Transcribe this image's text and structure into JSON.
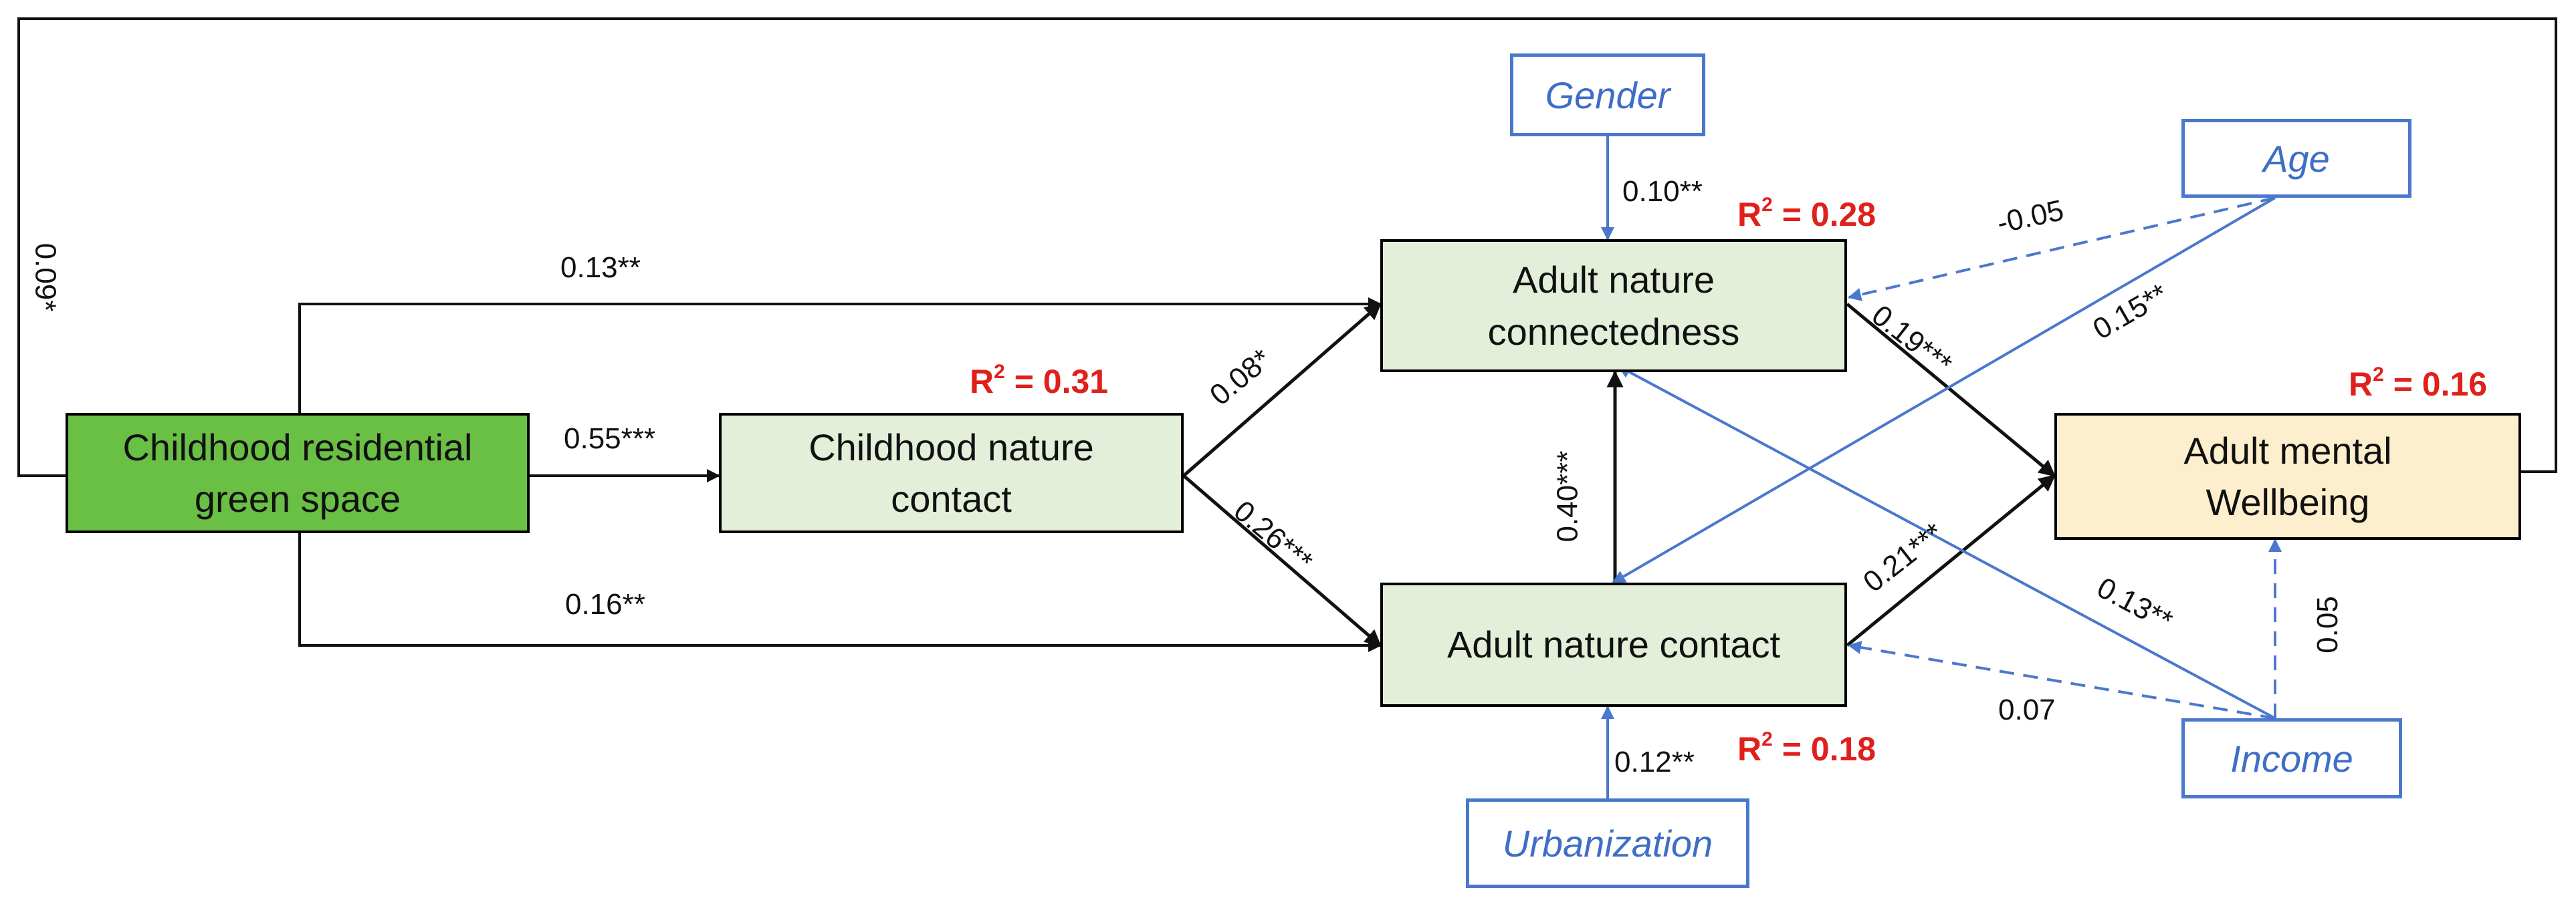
{
  "nodes": {
    "childhood_green": {
      "line1": "Childhood residential",
      "line2": "green space",
      "fill": "#6abf45"
    },
    "childhood_contact": {
      "line1": "Childhood nature",
      "line2": "contact",
      "fill": "#e3efd9"
    },
    "adult_connect": {
      "line1": "Adult nature",
      "line2": "connectedness",
      "fill": "#e3efd9"
    },
    "adult_contact": {
      "line1": "Adult nature contact",
      "fill": "#e3efd9"
    },
    "adult_wellbeing": {
      "line1": "Adult mental",
      "line2": "Wellbeing",
      "fill": "#fdefcd"
    }
  },
  "controls": {
    "gender": "Gender",
    "age": "Age",
    "income": "Income",
    "urbanization": "Urbanization"
  },
  "r2": {
    "childhood_contact": {
      "prefix": "R",
      "sup": "2",
      "value": " = 0.31"
    },
    "adult_connect": {
      "prefix": "R",
      "sup": "2",
      "value": " = 0.28"
    },
    "adult_wellbeing": {
      "prefix": "R",
      "sup": "2",
      "value": " = 0.16"
    },
    "adult_contact": {
      "prefix": "R",
      "sup": "2",
      "value": " = 0.18"
    }
  },
  "paths": {
    "green_to_wellbeing": "0.09*",
    "green_to_connect": "0.13**",
    "green_to_childcontact": "0.55***",
    "green_to_adultcontact": "0.16**",
    "childcontact_to_connect": "0.08*",
    "childcontact_to_adultcontact": "0.26***",
    "adultcontact_to_connect": "0.40***",
    "connect_to_wellbeing": "0.19***",
    "adultcontact_to_wellbeing": "0.21***",
    "gender_to_connect": "0.10**",
    "age_to_connect": "-0.05",
    "age_to_adultcontact": "0.15**",
    "income_to_connect": "0.13**",
    "income_to_adultcontact": "0.07",
    "income_to_wellbeing": "0.05",
    "urbanization_to_adultcontact": "0.12**"
  },
  "colors": {
    "path": "#111111",
    "control": "#4a78cc",
    "r2": "#e0201b"
  }
}
